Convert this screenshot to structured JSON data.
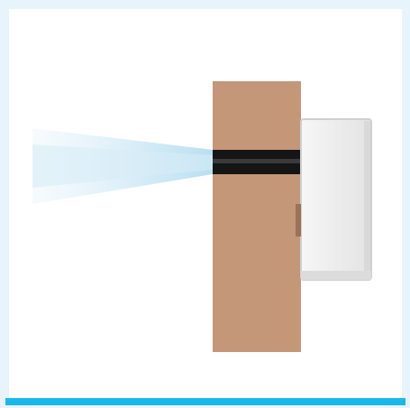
{
  "diagram": {
    "description_free": true,
    "colors": {
      "background": "#e8f4fb",
      "panel": "#ffffff",
      "wall": "#c49778",
      "band": "#151515",
      "device_face": "#eeeeee",
      "device_edge": "#cfcfcf",
      "beam": "#bfe1f2",
      "accent_bar": "#19b8ea"
    },
    "icons": [
      "wall-slab",
      "sealing-band",
      "wall-mounted-device",
      "light-beam"
    ]
  }
}
